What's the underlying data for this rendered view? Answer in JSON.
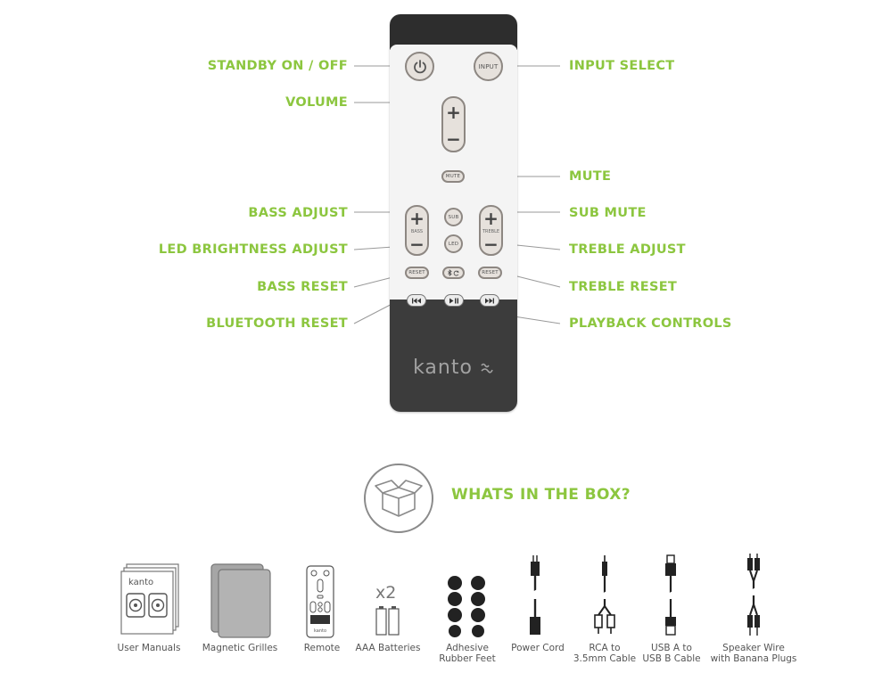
{
  "labels": {
    "standby": "STANDBY ON / OFF",
    "volume": "VOLUME",
    "bass_adjust": "BASS ADJUST",
    "led_brightness": "LED BRIGHTNESS ADJUST",
    "bass_reset": "BASS RESET",
    "bluetooth_reset": "BLUETOOTH RESET",
    "input_select": "INPUT SELECT",
    "mute": "MUTE",
    "sub_mute": "SUB MUTE",
    "treble_adjust": "TREBLE ADJUST",
    "treble_reset": "TREBLE RESET",
    "playback_controls": "PLAYBACK CONTROLS"
  },
  "remote": {
    "input_text": "INPUT",
    "mute_text": "MUTE",
    "sub_text": "SUB",
    "led_text": "LED",
    "bass_text": "BASS",
    "treble_text": "TREBLE",
    "reset_text": "RESET",
    "plus": "+",
    "minus": "−",
    "brand": "kanto"
  },
  "box": {
    "heading": "WHATS IN THE BOX?",
    "battery_count": "x2",
    "items": [
      {
        "label": "User Manuals",
        "icon": "manuals-icon"
      },
      {
        "label": "Magnetic Grilles",
        "icon": "grilles-icon"
      },
      {
        "label": "Remote",
        "icon": "remote-icon"
      },
      {
        "label": "AAA Batteries",
        "icon": "batteries-icon"
      },
      {
        "label": "Adhesive\nRubber Feet",
        "icon": "rubber-feet-icon"
      },
      {
        "label": "Power Cord",
        "icon": "power-cord-icon"
      },
      {
        "label": "RCA to\n3.5mm Cable",
        "icon": "rca-cable-icon"
      },
      {
        "label": "USB A to\nUSB B Cable",
        "icon": "usb-cable-icon"
      },
      {
        "label": "Speaker Wire\nwith Banana Plugs",
        "icon": "speaker-wire-icon"
      }
    ]
  },
  "colors": {
    "accent": "#8cc63f",
    "remote_dark": "#3c3c3c",
    "remote_light": "#f4f4f4",
    "button": "#e6e1dc"
  }
}
